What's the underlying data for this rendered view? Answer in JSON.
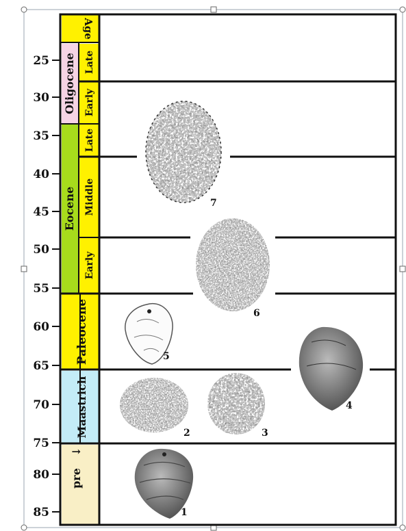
{
  "axis": {
    "ticks": [
      "25",
      "30",
      "35",
      "40",
      "45",
      "50",
      "55",
      "60",
      "65",
      "70",
      "75",
      "80",
      "85"
    ]
  },
  "column_header": "Age",
  "epochs": [
    {
      "name": "Oligocene",
      "color": "#f6d4e4"
    },
    {
      "name": "Eocene",
      "color": "#a7dc1c"
    },
    {
      "name": "Paleocene",
      "color": "#fff100"
    },
    {
      "name": "Maastrich",
      "color": "#c4ecf7"
    },
    {
      "name": "pre",
      "color": "#f9efc6"
    }
  ],
  "sub_stages": [
    {
      "name": "Late",
      "color": "#fff100"
    },
    {
      "name": "Early",
      "color": "#fff100"
    },
    {
      "name": "Late",
      "color": "#fff100"
    },
    {
      "name": "Middle",
      "color": "#fff100"
    },
    {
      "name": "Early",
      "color": "#fff100"
    }
  ],
  "pre_symbol": "↓",
  "specimens": [
    {
      "num": "1"
    },
    {
      "num": "2"
    },
    {
      "num": "3"
    },
    {
      "num": "4"
    },
    {
      "num": "5"
    },
    {
      "num": "6"
    },
    {
      "num": "7"
    }
  ]
}
